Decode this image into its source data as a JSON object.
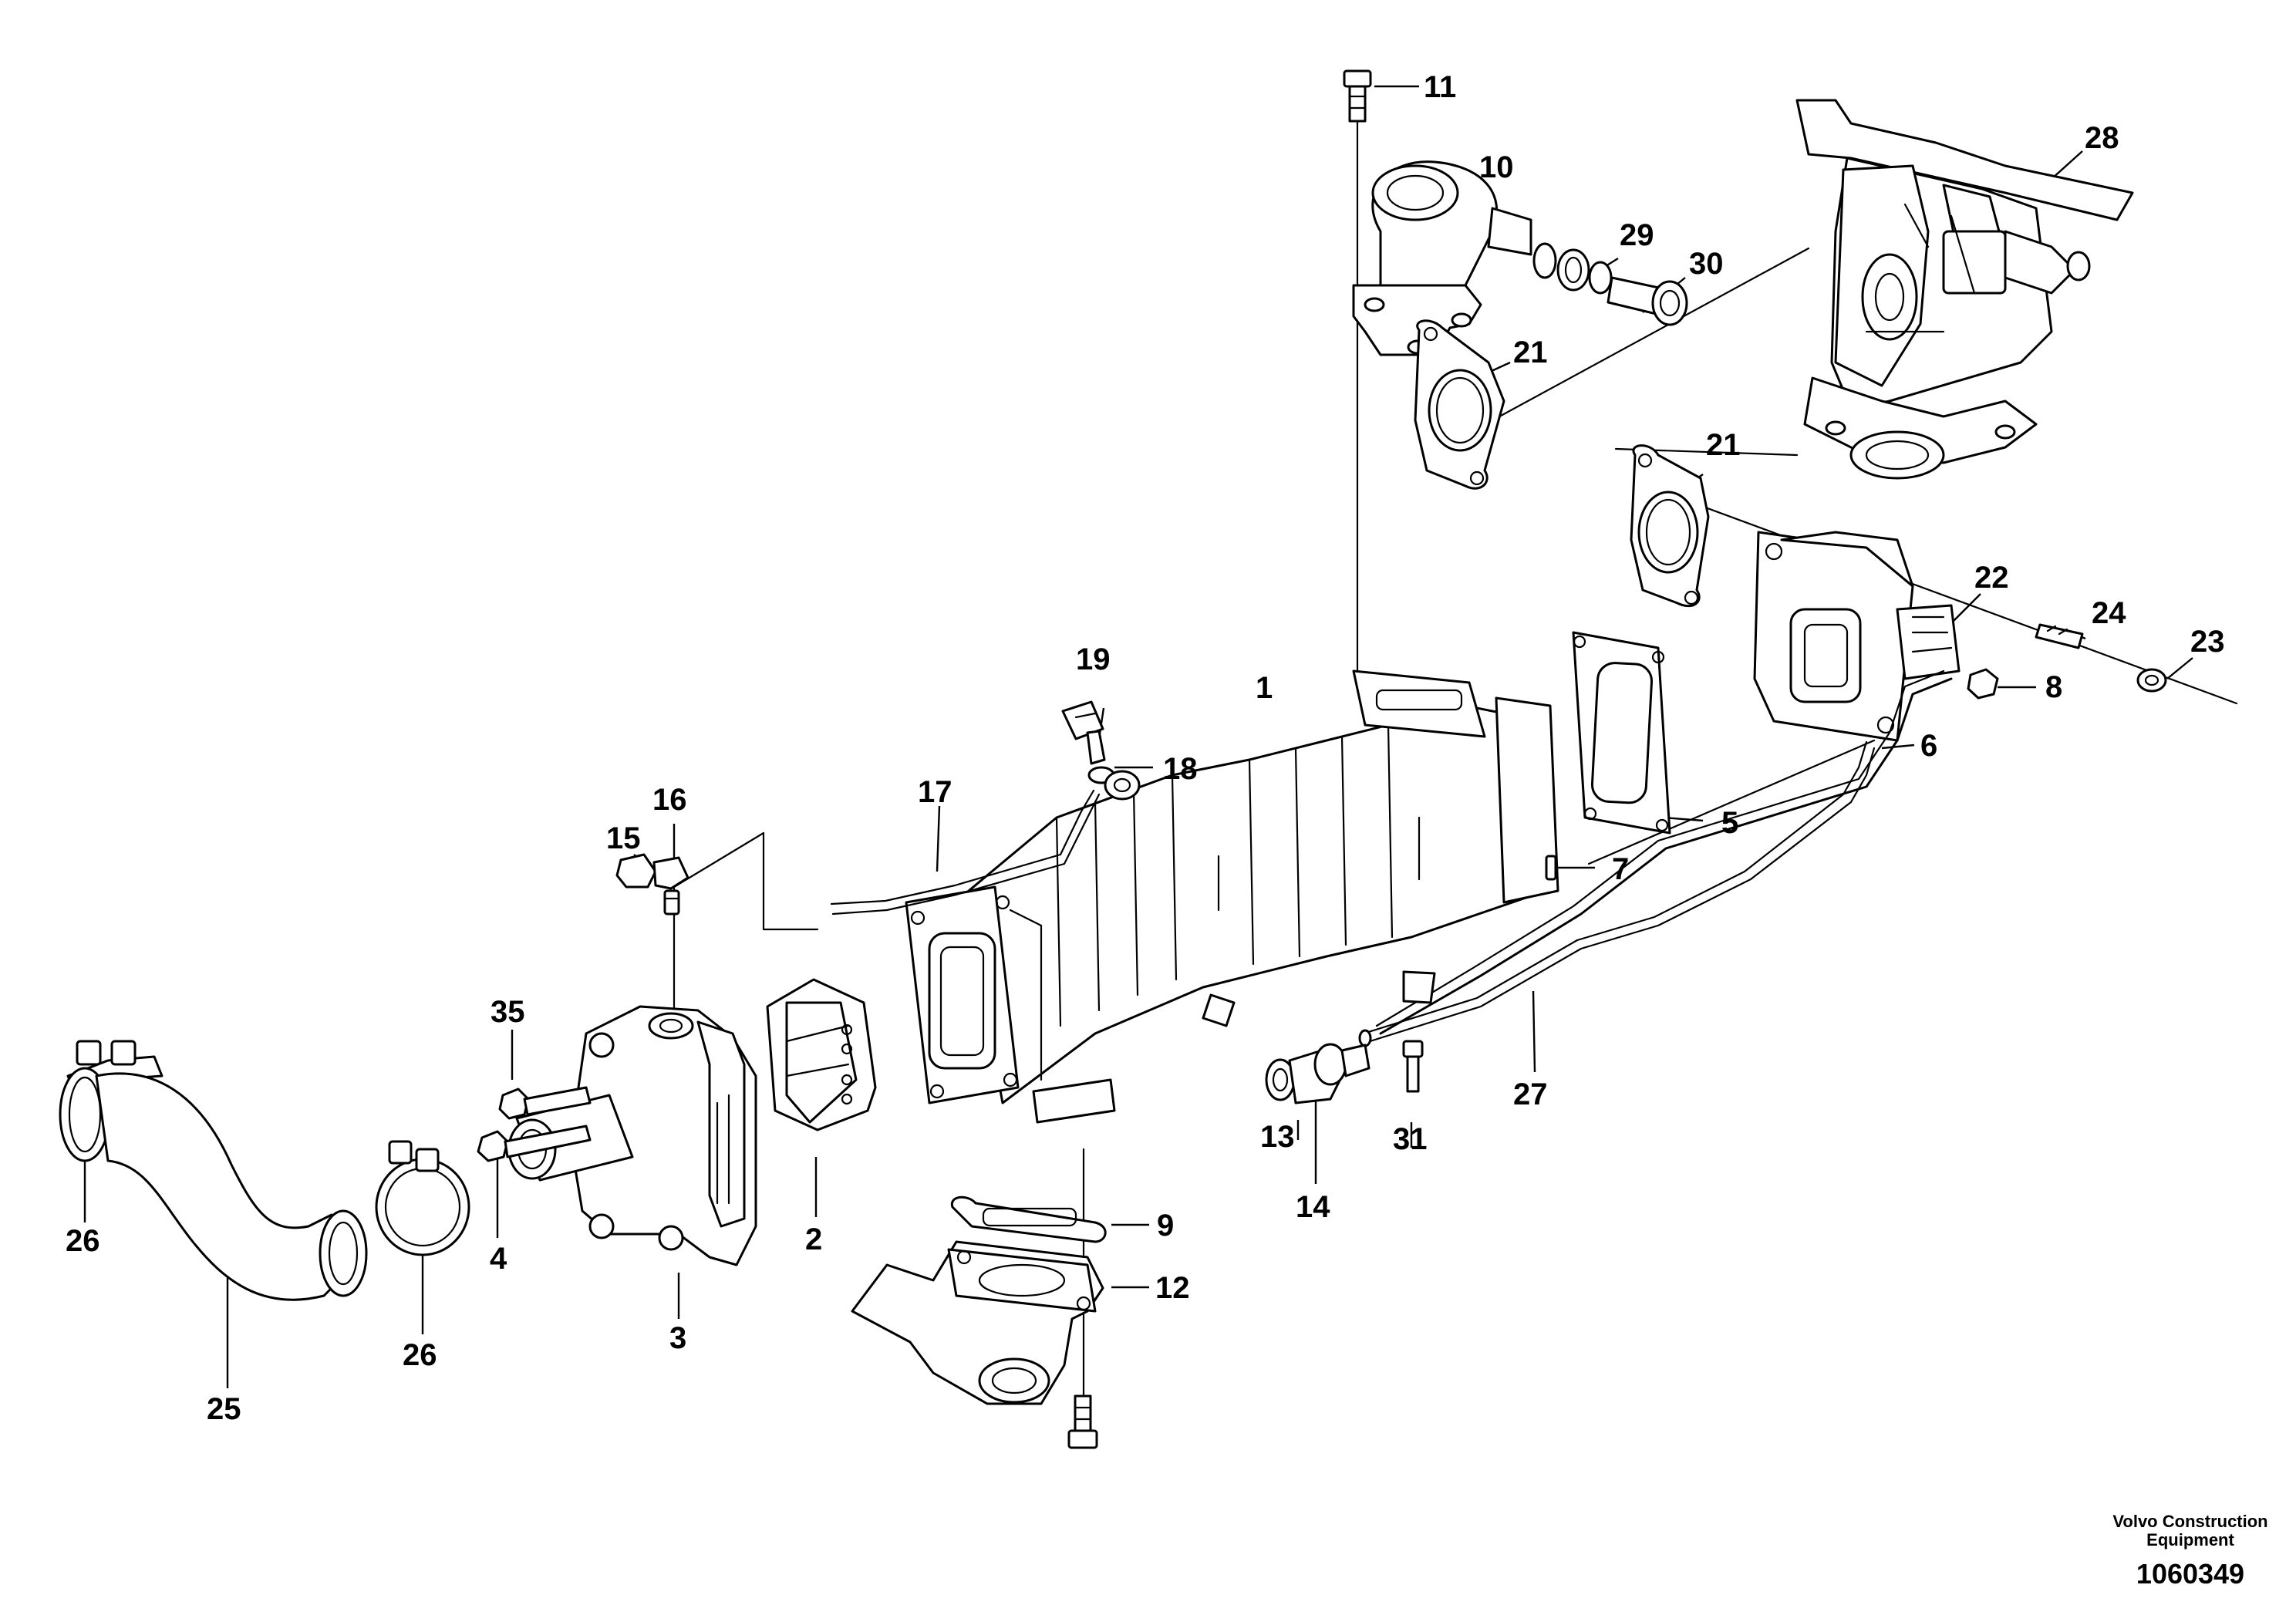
{
  "diagram": {
    "callouts": [
      {
        "id": "11",
        "label": "11"
      },
      {
        "id": "10",
        "label": "10"
      },
      {
        "id": "29",
        "label": "29"
      },
      {
        "id": "30",
        "label": "30"
      },
      {
        "id": "28",
        "label": "28"
      },
      {
        "id": "21a",
        "label": "21"
      },
      {
        "id": "21b",
        "label": "21"
      },
      {
        "id": "22",
        "label": "22"
      },
      {
        "id": "24",
        "label": "24"
      },
      {
        "id": "23",
        "label": "23"
      },
      {
        "id": "8",
        "label": "8"
      },
      {
        "id": "6",
        "label": "6"
      },
      {
        "id": "19",
        "label": "19"
      },
      {
        "id": "1",
        "label": "1"
      },
      {
        "id": "18",
        "label": "18"
      },
      {
        "id": "17",
        "label": "17"
      },
      {
        "id": "16",
        "label": "16"
      },
      {
        "id": "15",
        "label": "15"
      },
      {
        "id": "5",
        "label": "5"
      },
      {
        "id": "7",
        "label": "7"
      },
      {
        "id": "35",
        "label": "35"
      },
      {
        "id": "27",
        "label": "27"
      },
      {
        "id": "13",
        "label": "13"
      },
      {
        "id": "31",
        "label": "31"
      },
      {
        "id": "14",
        "label": "14"
      },
      {
        "id": "26a",
        "label": "26"
      },
      {
        "id": "4",
        "label": "4"
      },
      {
        "id": "2",
        "label": "2"
      },
      {
        "id": "9",
        "label": "9"
      },
      {
        "id": "12",
        "label": "12"
      },
      {
        "id": "3",
        "label": "3"
      },
      {
        "id": "26b",
        "label": "26"
      },
      {
        "id": "25",
        "label": "25"
      }
    ]
  },
  "footer": {
    "company_line1": "Volvo Construction",
    "company_line2": "Equipment",
    "drawing_number": "1060349"
  }
}
